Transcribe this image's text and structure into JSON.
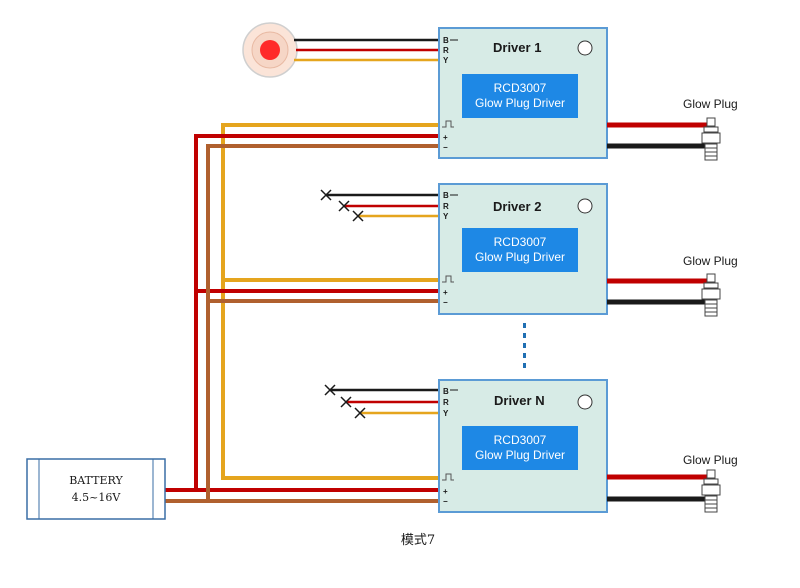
{
  "drivers": [
    {
      "title": "Driver  1",
      "chip_line1": "RCD3007",
      "chip_line2": "Glow Plug Driver",
      "plug_label": "Glow Plug",
      "pin_b": "B",
      "pin_r": "R",
      "pin_y": "Y"
    },
    {
      "title": "Driver  2",
      "chip_line1": "RCD3007",
      "chip_line2": "Glow Plug Driver",
      "plug_label": "Glow Plug",
      "pin_b": "B",
      "pin_r": "R",
      "pin_y": "Y"
    },
    {
      "title": "Driver  N",
      "chip_line1": "RCD3007",
      "chip_line2": "Glow Plug Driver",
      "plug_label": "Glow Plug",
      "pin_b": "B",
      "pin_r": "R",
      "pin_y": "Y"
    }
  ],
  "power_pin_plus": "+",
  "power_pin_minus": "−",
  "battery": {
    "line1": "BATTERY",
    "line2": "4.5~16V"
  },
  "caption": "模式7",
  "colors": {
    "board_fill": "#d7ebe6",
    "board_stroke": "#5b9bd5",
    "chip_fill": "#1e88e5",
    "wire_black": "#1a1a1a",
    "wire_red": "#c00000",
    "wire_yellow": "#e5a51e",
    "wire_brown": "#b0602e",
    "led_red": "#ff2a2a",
    "led_ring": "#f6d6c6",
    "dots": "#1f6fb3"
  },
  "icons": {
    "receiver_led": "red-led-receiver-icon",
    "glow_plug": "glow-plug-icon",
    "cut_wire": "cut-wire-x-icon",
    "status_led": "status-led-circle-icon"
  }
}
